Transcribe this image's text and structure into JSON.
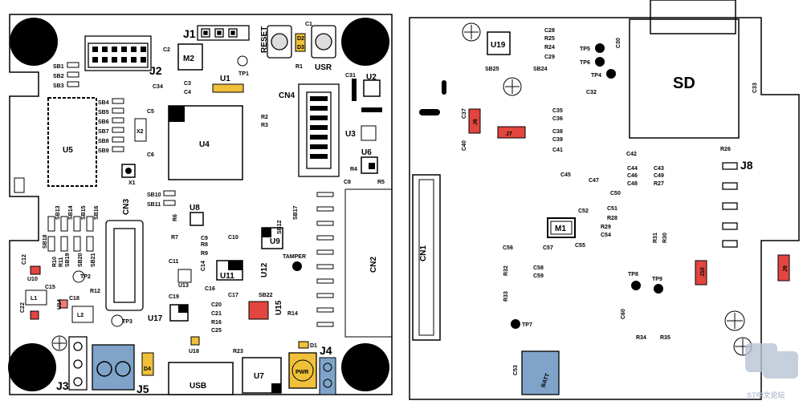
{
  "boards": {
    "left": {
      "labels": {
        "J1": "J1",
        "J2": "J2",
        "J3": "J3",
        "J4": "J4",
        "J5": "J5",
        "M2": "M2",
        "RESET": "RESET",
        "USR": "USR",
        "TP1": "TP1",
        "U1": "U1",
        "U2": "U2",
        "U3": "U3",
        "U4": "U4",
        "U5": "U5",
        "U6": "U6",
        "U7": "U7",
        "U8": "U8",
        "U9": "U9",
        "U10": "U10",
        "U11": "U11",
        "U12": "U12",
        "U13": "U13",
        "U14": "U14",
        "U15": "U15",
        "U17": "U17",
        "U18": "U18",
        "CN2": "CN2",
        "CN3": "CN3",
        "CN4": "CN4",
        "X1": "X1",
        "X2": "X2",
        "L1": "L1",
        "L2": "L2",
        "TP2": "TP2",
        "TP3": "TP3",
        "TAMPER": "TAMPER",
        "USB": "USB",
        "PWR": "PWR",
        "D4": "D4",
        "SB1": "SB1",
        "SB2": "SB2",
        "SB3": "SB3",
        "SB4": "SB4",
        "SB5": "SB5",
        "SB6": "SB6",
        "SB7": "SB7",
        "SB8": "SB8",
        "SB9": "SB9",
        "SB10": "SB10",
        "SB11": "SB11",
        "SB12": "SB12",
        "SB13": "SB13",
        "SB14": "SB14",
        "SB15": "SB15",
        "SB16": "SB16",
        "SB17": "SB17",
        "SB18": "SB18",
        "SB19": "SB19",
        "SB20": "SB20",
        "SB21": "SB21",
        "SB22": "SB22",
        "C1": "C1",
        "C2": "C2",
        "C3": "C3",
        "C4": "C4",
        "C5": "C5",
        "C6": "C6",
        "C8": "C8",
        "C9": "C9",
        "C10": "C10",
        "C11": "C11",
        "C12": "C12",
        "C14": "C14",
        "C15": "C15",
        "C16": "C16",
        "C17": "C17",
        "C18": "C18",
        "C19": "C19",
        "C20": "C20",
        "C21": "C21",
        "C22": "C22",
        "C25": "C25",
        "C31": "C31",
        "C34": "C34",
        "R1": "R1",
        "R2": "R2",
        "R3": "R3",
        "R4": "R4",
        "R5": "R5",
        "R6": "R6",
        "R7": "R7",
        "R8": "R8",
        "R9": "R9",
        "R10": "R10",
        "R11": "R11",
        "R12": "R12",
        "R14": "R14",
        "R16": "R16",
        "R23": "R23",
        "D1": "D1",
        "D2": "D2",
        "D3": "D3"
      }
    },
    "right": {
      "labels": {
        "U19": "U19",
        "SD": "SD",
        "M1": "M1",
        "CN1": "CN1",
        "BATT": "BATT",
        "J6": "J6",
        "J7": "J7",
        "J8": "J8",
        "J9": "J9",
        "J10": "J10",
        "TP4": "TP4",
        "TP5": "TP5",
        "TP6": "TP6",
        "TP7": "TP7",
        "TP8": "TP8",
        "TP9": "TP9",
        "SB24": "SB24",
        "SB25": "SB25",
        "C28": "C28",
        "C29": "C29",
        "C30": "C30",
        "C32": "C32",
        "C33": "C33",
        "C35": "C35",
        "C36": "C36",
        "C37": "C37",
        "C38": "C38",
        "C39": "C39",
        "C40": "C40",
        "C41": "C41",
        "C42": "C42",
        "C43": "C43",
        "C44": "C44",
        "C45": "C45",
        "C46": "C46",
        "C47": "C47",
        "C48": "C48",
        "C49": "C49",
        "C50": "C50",
        "C51": "C51",
        "C52": "C52",
        "C53": "C53",
        "C54": "C54",
        "C55": "C55",
        "C56": "C56",
        "C57": "C57",
        "C58": "C58",
        "C59": "C59",
        "C60": "C60",
        "R24": "R24",
        "R25": "R25",
        "R26": "R26",
        "R27": "R27",
        "R28": "R28",
        "R29": "R29",
        "R30": "R30",
        "R31": "R31",
        "R32": "R32",
        "R33": "R33",
        "R34": "R34",
        "R35": "R35"
      }
    }
  },
  "colors": {
    "outline": "#000000",
    "red_part": "#e2463f",
    "yellow_part": "#f0c03a",
    "blue_part": "#7fa3c9",
    "pale_red": "#f07a74",
    "watermark": "#b9c4d4"
  },
  "watermark": {
    "text": "ST中文论坛"
  }
}
